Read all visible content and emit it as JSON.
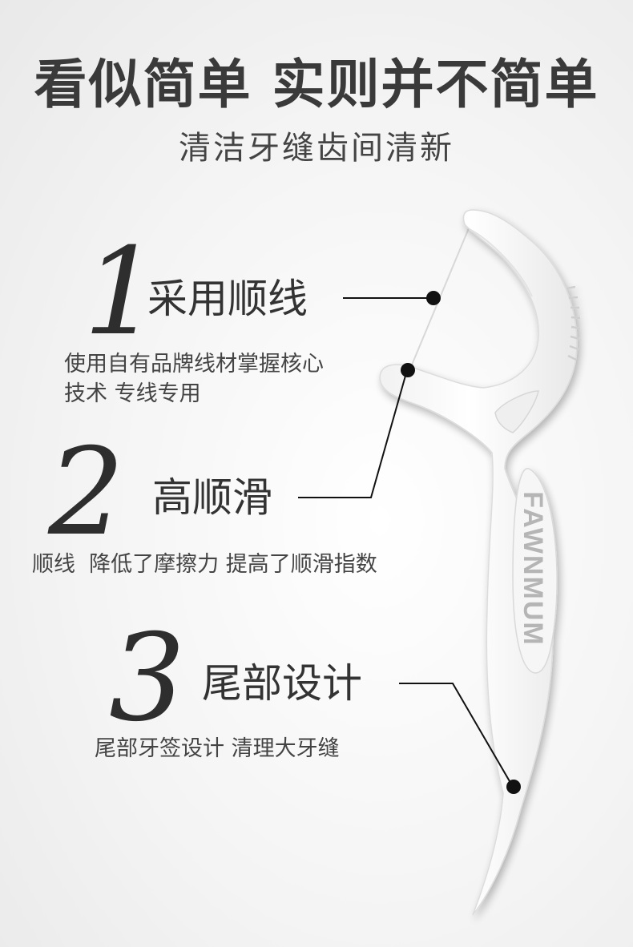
{
  "header": {
    "headline": "看似简单 实则并不简单",
    "subheadline": "清洁牙缝齿间清新"
  },
  "features": [
    {
      "number": "1",
      "title": "采用顺线",
      "desc_lines": [
        "使用自有品牌线材掌握核心",
        "技术 专线专用"
      ]
    },
    {
      "number": "2",
      "title": "高顺滑",
      "desc_lines": [
        "顺线  降低了摩擦力 提高了顺滑指数"
      ]
    },
    {
      "number": "3",
      "title": "尾部设计",
      "desc_lines": [
        "尾部牙签设计 清理大牙缝"
      ]
    }
  ],
  "product": {
    "brand_text": "FAWNMUM"
  },
  "colors": {
    "background": "#f4f4f4",
    "text": "#333333",
    "product_white": "#ffffff",
    "brand_text": "#b5b5b5",
    "leader_line": "#111111"
  }
}
